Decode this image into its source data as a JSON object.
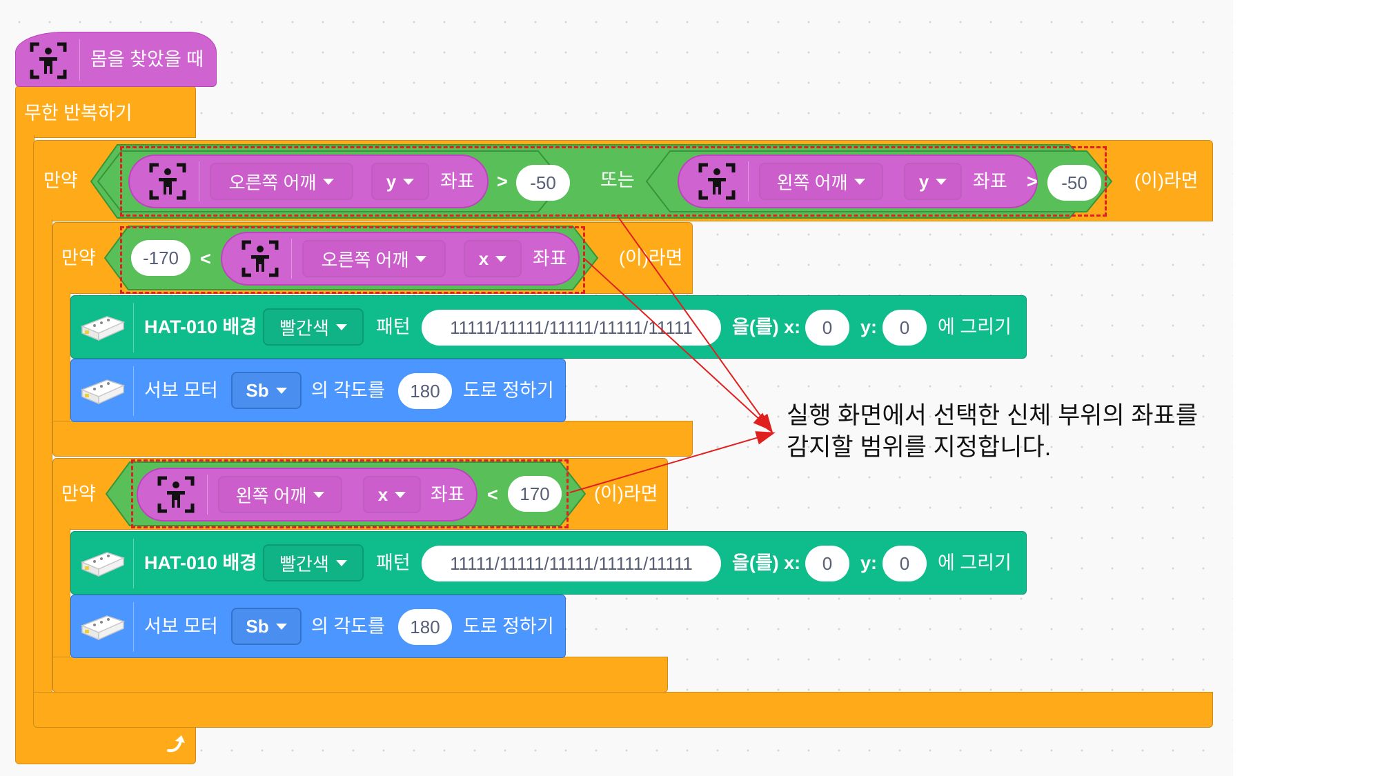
{
  "hat": {
    "label": "몸을 찾았을 때",
    "icon": "body-pose-icon"
  },
  "forever": {
    "label": "무한 반복하기",
    "icon": "loop-arrow-icon"
  },
  "if1": {
    "if_label": "만약",
    "then_label": "(이)라면",
    "or_label": "또는",
    "left": {
      "part": "오른쪽 어깨",
      "axis": "y",
      "coord_label": "좌표",
      "op": ">",
      "value": "-50"
    },
    "right": {
      "part": "왼쪽 어깨",
      "axis": "y",
      "coord_label": "좌표",
      "op": ">",
      "value": "-50"
    }
  },
  "if2": {
    "if_label": "만약",
    "then_label": "(이)라면",
    "low": "-170",
    "op": "<",
    "part": "오른쪽 어깨",
    "axis": "x",
    "coord_label": "좌표"
  },
  "if3": {
    "if_label": "만약",
    "then_label": "(이)라면",
    "part": "왼쪽 어깨",
    "axis": "x",
    "coord_label": "좌표",
    "op": "<",
    "value": "170"
  },
  "led": {
    "prefix": "HAT-010 배경",
    "color": "빨간색",
    "pattern_label": "패턴",
    "pattern": "11111/11111/11111/11111/11111",
    "obj_label": "을(를) x:",
    "x": "0",
    "y_label": "y:",
    "y": "0",
    "suffix": "에 그리기"
  },
  "servo": {
    "prefix": "서보 모터",
    "port": "Sb",
    "angle_label": "의 각도를",
    "angle": "180",
    "suffix": "도로 정하기"
  },
  "annotation": {
    "line1": "실행 화면에서 선택한 신체 부위의 좌표를",
    "line2": "감지할 범위를 지정합니다."
  },
  "colors": {
    "control": "#ffab19",
    "operator": "#59c059",
    "extension": "#cf63cf",
    "led_block": "#0fbd8c",
    "servo_block": "#4c97ff",
    "annotation_red": "#e0201f"
  }
}
